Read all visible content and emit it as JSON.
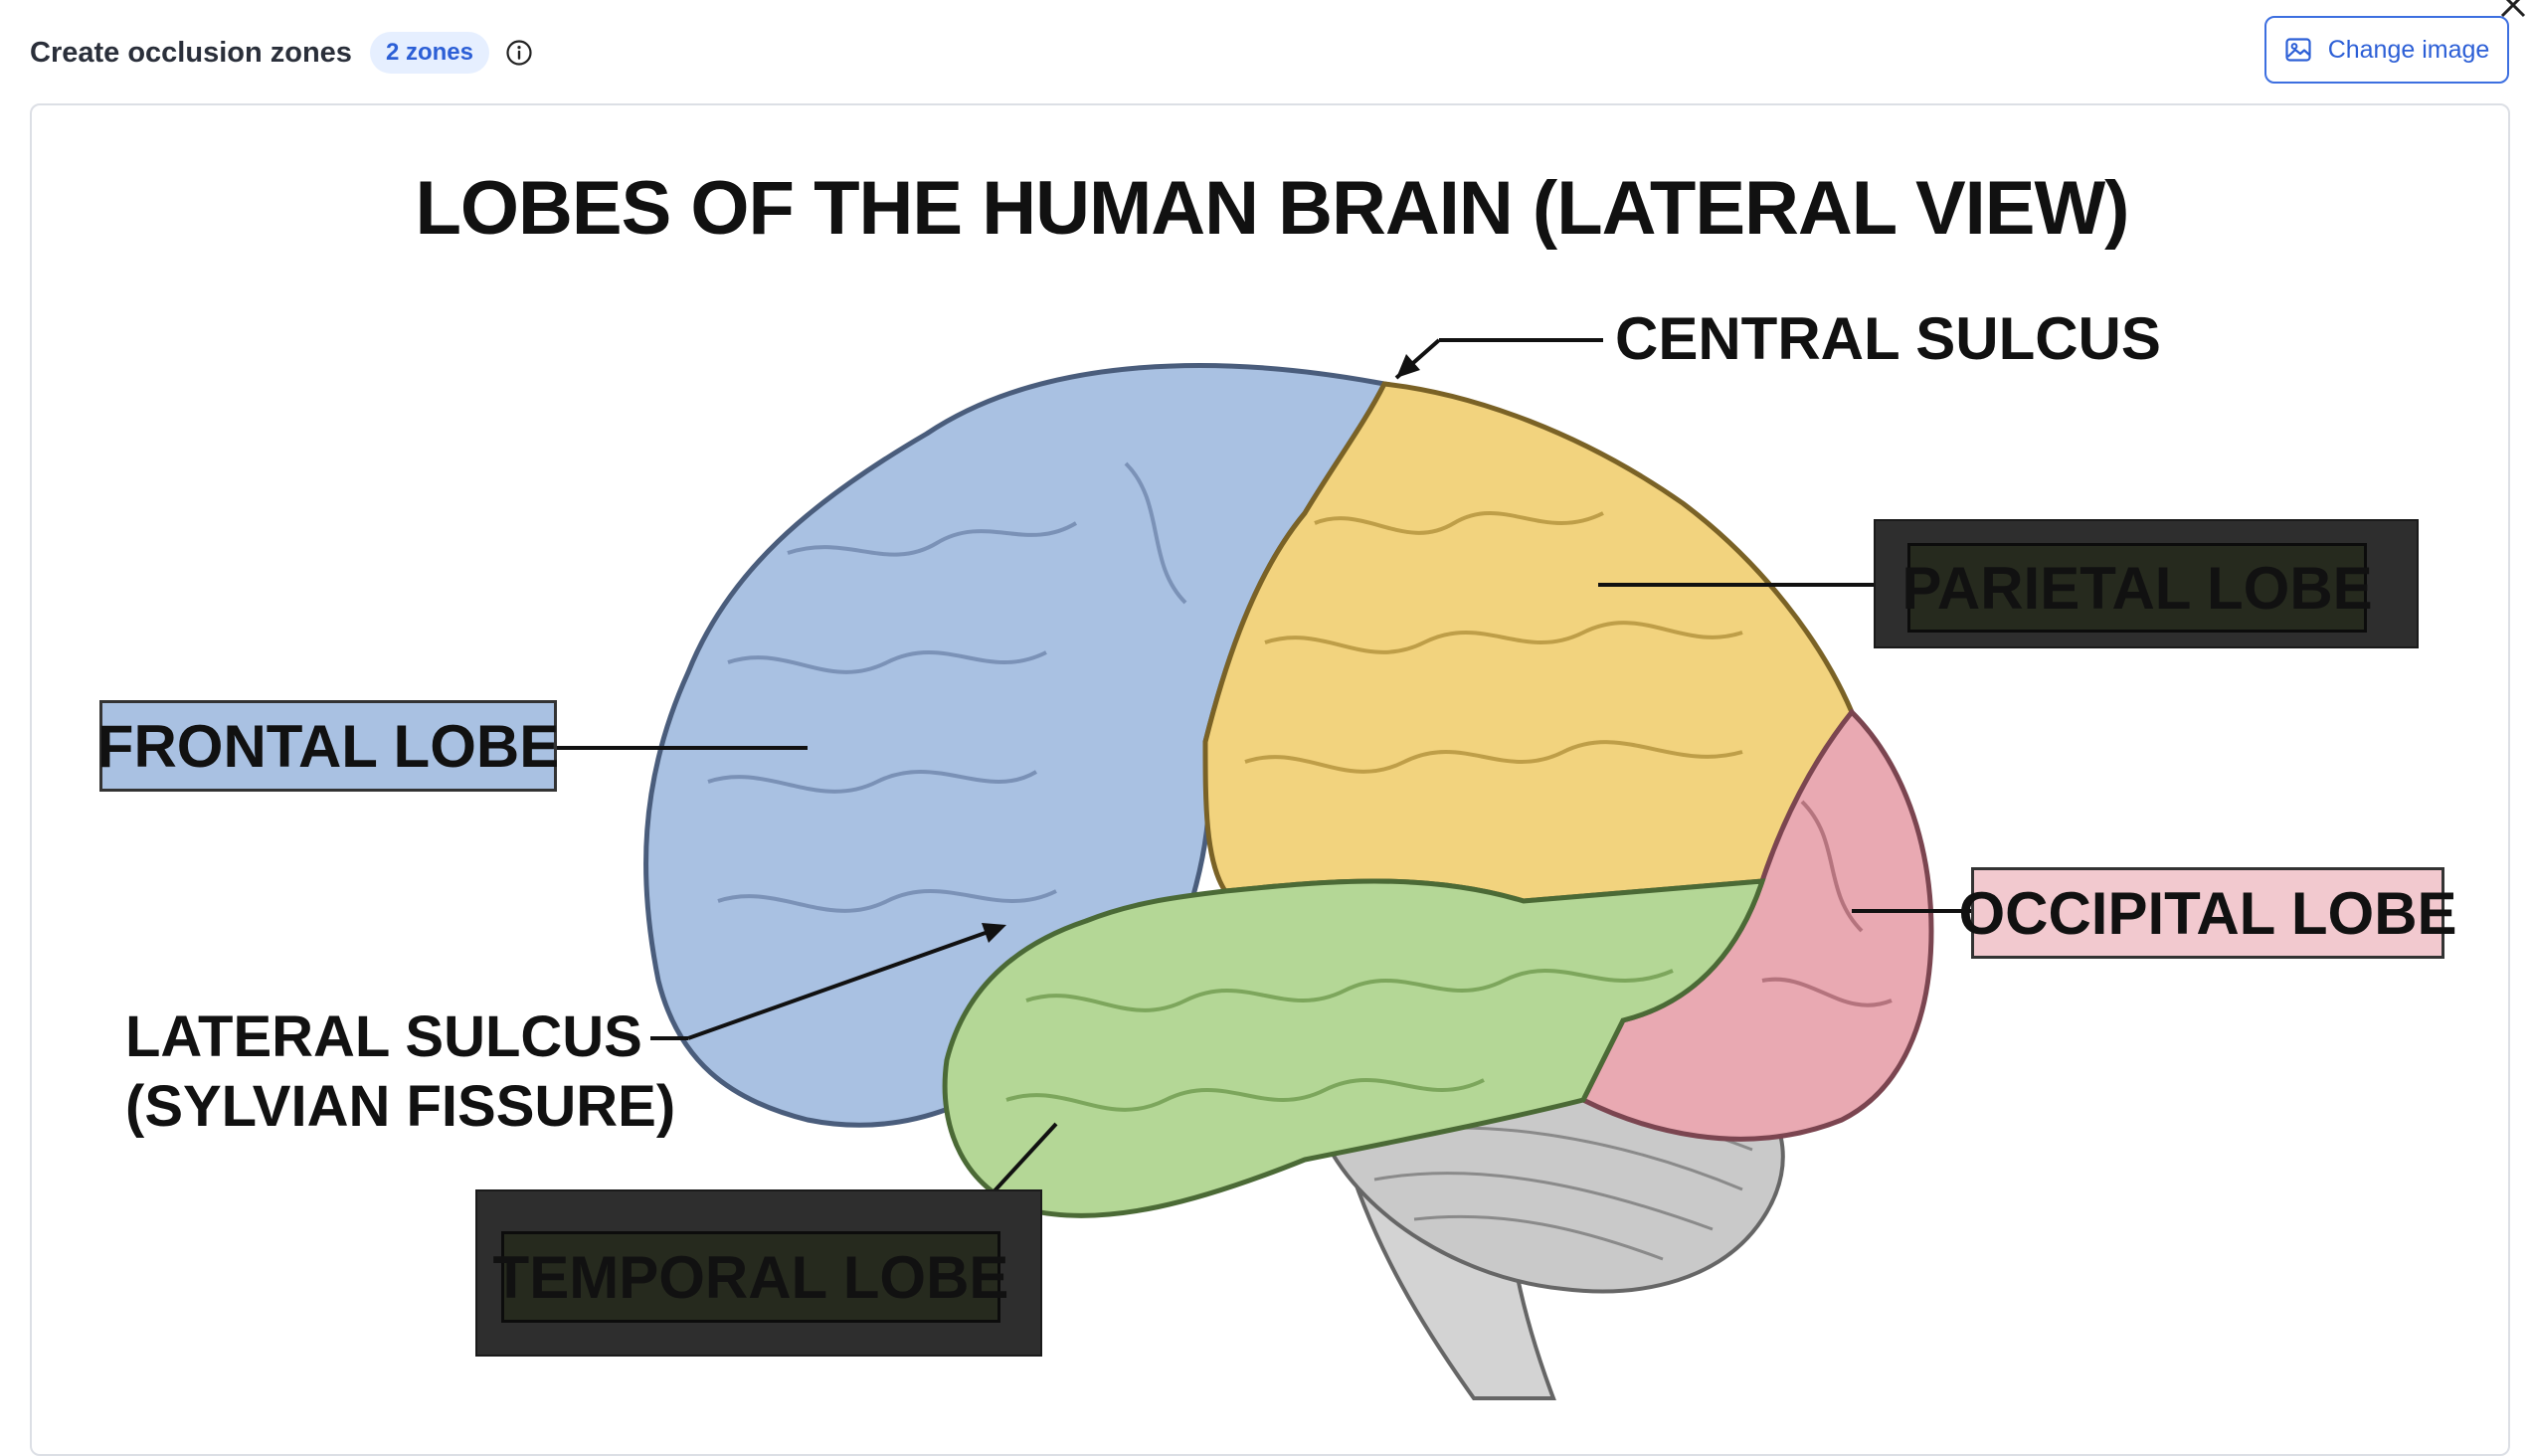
{
  "header": {
    "title": "Create occlusion zones",
    "zones_badge": "2 zones",
    "info_icon": "info-circle-icon",
    "change_image_label": "Change image",
    "change_image_icon": "image-icon",
    "close_icon": "close-icon"
  },
  "diagram": {
    "title": "LOBES OF THE HUMAN BRAIN (LATERAL VIEW)",
    "labels": {
      "central_sulcus": "CENTRAL SULCUS",
      "frontal_lobe": "FRONTAL LOBE",
      "parietal_lobe": "PARIETAL LOBE",
      "occipital_lobe": "OCCIPITAL LOBE",
      "lateral_sulcus_line1": "LATERAL SULCUS",
      "lateral_sulcus_line2": "(SYLVIAN FISSURE)",
      "temporal_lobe": "TEMPORAL LOBE"
    },
    "colors": {
      "frontal": "#a9c1e2",
      "parietal": "#f2d37e",
      "temporal": "#b4d796",
      "occipital": "#e9a9b2",
      "cerebellum": "#c9c9c9",
      "occlusion": "#2e2e2e"
    }
  },
  "occlusion_zones": [
    {
      "id": 1,
      "covers": "PARIETAL LOBE"
    },
    {
      "id": 2,
      "covers": "TEMPORAL LOBE"
    }
  ]
}
